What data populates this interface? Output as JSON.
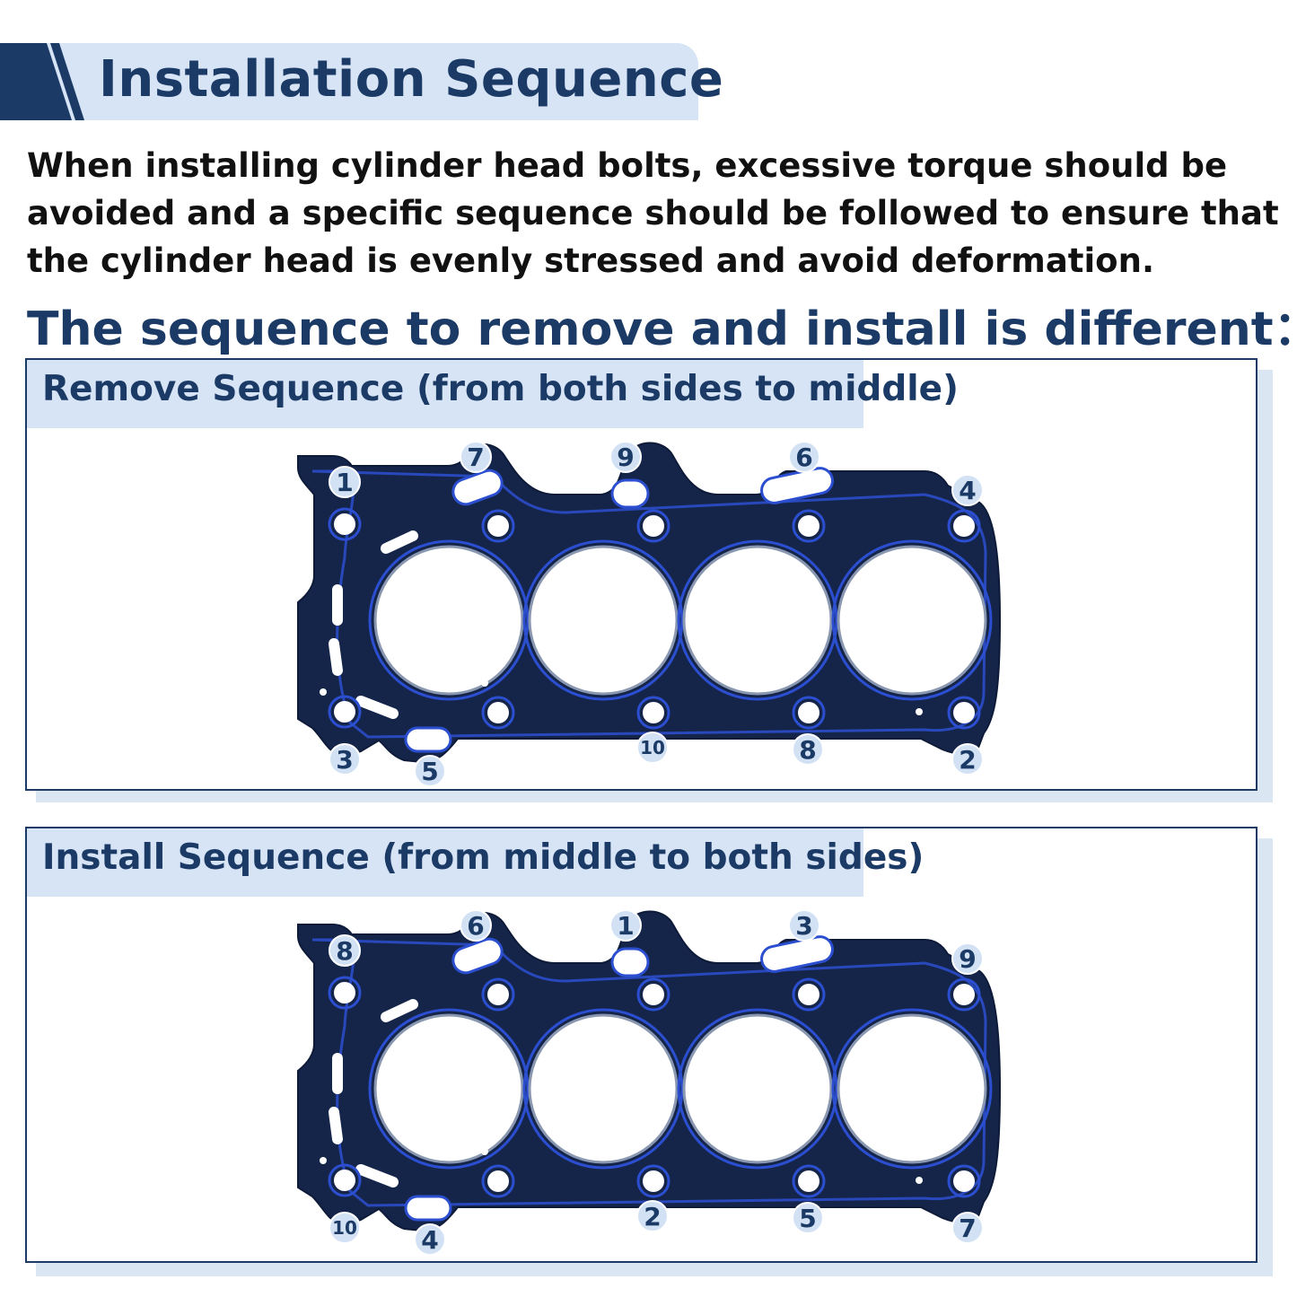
{
  "title": "Installation Sequence",
  "intro": "When installing cylinder head bolts, excessive torque should be avoided and a specific sequence should be followed to ensure that the cylinder head is evenly stressed and avoid deformation.",
  "subheading": "The sequence to remove and install is different：",
  "colors": {
    "navy": "#1b3a66",
    "band": "#d6e4f6",
    "gasket": "#15254a",
    "bead": "#2b4fd0",
    "badge": "#d2e2f4"
  },
  "panels": [
    {
      "id": "remove",
      "label": "Remove Sequence (from both sides to middle)",
      "bolts": [
        "1",
        "3",
        "7",
        "5",
        "9",
        "10",
        "6",
        "8",
        "4",
        "2"
      ]
    },
    {
      "id": "install",
      "label": "Install Sequence (from middle to both sides)",
      "bolts": [
        "8",
        "10",
        "6",
        "4",
        "1",
        "2",
        "3",
        "5",
        "9",
        "7"
      ]
    }
  ]
}
